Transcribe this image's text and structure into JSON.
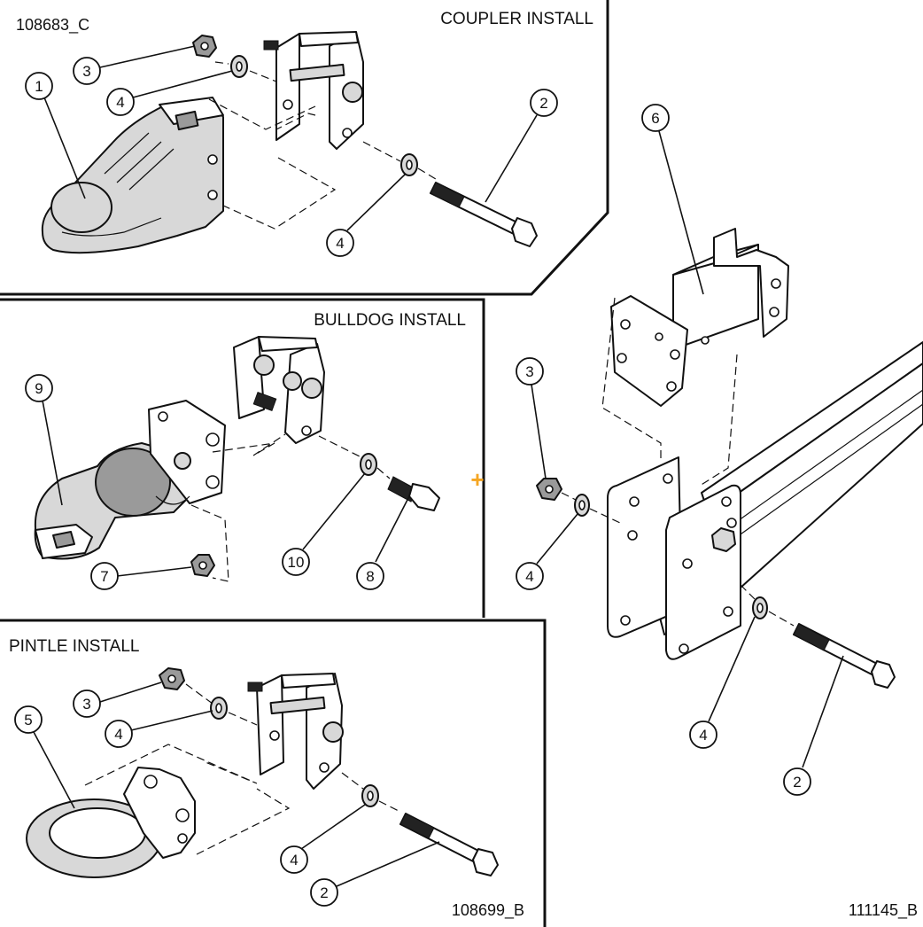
{
  "panels": {
    "coupler": {
      "title": "COUPLER INSTALL",
      "ref": "108683_C"
    },
    "bulldog": {
      "title": "BULLDOG INSTALL"
    },
    "pintle": {
      "title": "PINTLE INSTALL",
      "ref": "108699_B"
    },
    "frame": {
      "ref": "111145_B"
    }
  },
  "callouts": {
    "coupler": [
      "1",
      "2",
      "3",
      "4",
      "4"
    ],
    "bulldog": [
      "9",
      "10",
      "8",
      "7"
    ],
    "pintle": [
      "5",
      "3",
      "4",
      "4",
      "2"
    ],
    "frame": [
      "6",
      "3",
      "4",
      "4",
      "2"
    ]
  },
  "marker": {
    "glyph": "+",
    "color": "#f5a623"
  },
  "colors": {
    "line": "#111111",
    "background": "#ffffff"
  }
}
